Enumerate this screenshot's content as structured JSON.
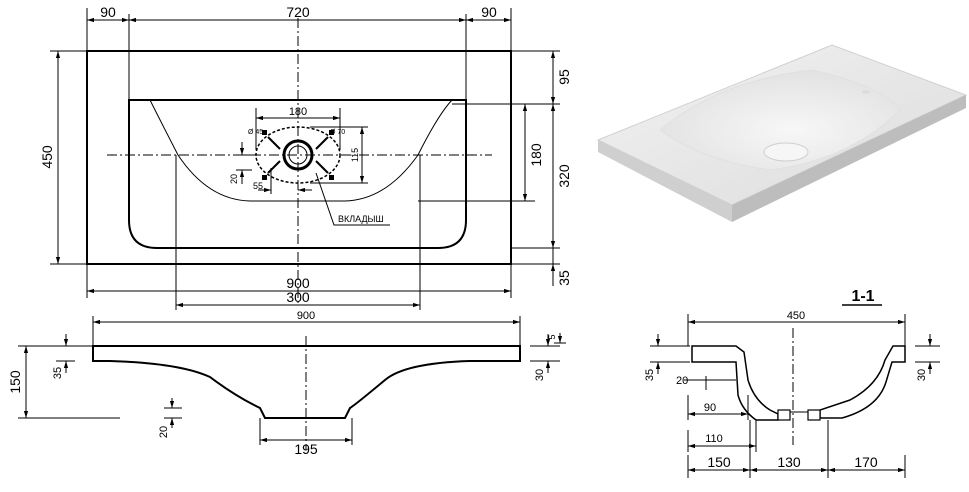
{
  "plan_view": {
    "dim_left_margin": "90",
    "dim_inner_width": "720",
    "dim_right_margin": "90",
    "dim_overall_depth": "450",
    "dim_top_margin": "95",
    "dim_bowl_depth": "320",
    "dim_bottom_margin": "35",
    "dim_bowl_inner": "180",
    "dim_drain_spacing": "180",
    "dim_drain_height": "115",
    "dim_hole_small": "Ø 45",
    "dim_hole_large": "Ø 70",
    "dim_offset_20": "20",
    "dim_offset_55": "55",
    "insert_label": "ВКЛАДЫШ",
    "dim_overall_width": "900",
    "dim_bottom_width": "300"
  },
  "front_view": {
    "dim_overall_width": "900",
    "dim_height": "150",
    "dim_rim": "35",
    "dim_bottom_step": "20",
    "dim_drain_width": "195",
    "dim_right_rim": "30",
    "dim_right_top": "5"
  },
  "section_view": {
    "title": "1-1",
    "dim_width": "450",
    "dim_left_rim": "35",
    "dim_wall": "20",
    "dim_right_rim": "30",
    "dim_inner_90": "90",
    "dim_inner_110": "110",
    "dim_seg_150": "150",
    "dim_seg_130": "130",
    "dim_seg_170": "170"
  }
}
